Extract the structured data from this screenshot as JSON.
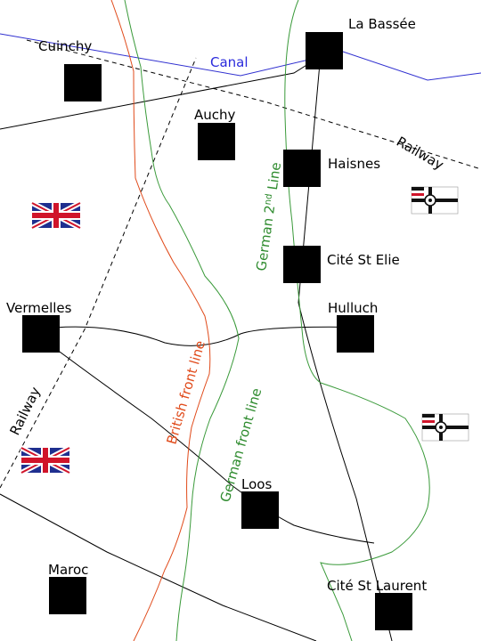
{
  "map": {
    "towns": {
      "la_bassee": "La Bassée",
      "cuinchy": "Cuinchy",
      "auchy": "Auchy",
      "haisnes": "Haisnes",
      "cite_st_elie": "Cité St Elie",
      "vermelles": "Vermelles",
      "hulluch": "Hulluch",
      "loos": "Loos",
      "maroc": "Maroc",
      "cite_st_laurent": "Cité St Laurent"
    },
    "features": {
      "canal": "Canal",
      "railway_top": "Railway",
      "railway_left": "Railway",
      "british_front_line": "British front line",
      "german_front_line": "German front line",
      "german_second_line_prefix": "German 2",
      "german_second_line_sup": "nd",
      "german_second_line_suffix": " Line"
    },
    "colors": {
      "town_marker": "#000000",
      "canal": "#3030d0",
      "british_line": "#e04a1a",
      "german_line": "#3a9a3a",
      "road": "#000000",
      "railway": "#000000"
    },
    "icons": {
      "british_flag": "union-jack-icon",
      "german_flag": "german-war-ensign-icon"
    }
  }
}
